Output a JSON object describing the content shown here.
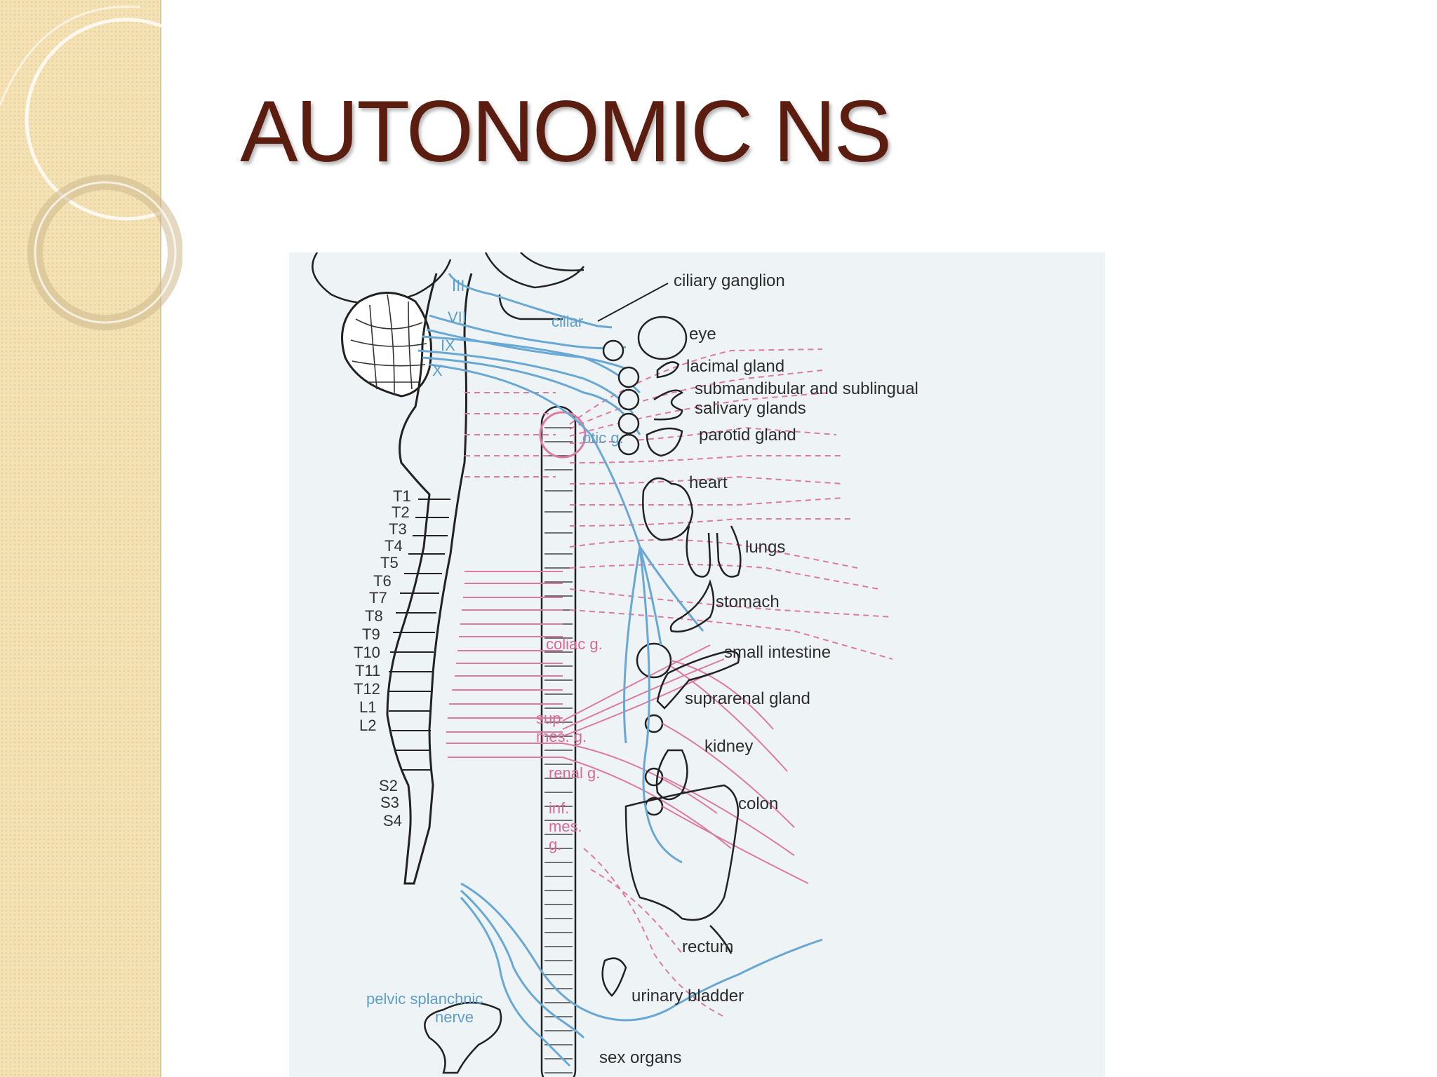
{
  "slide": {
    "title": "AUTONOMIC NS"
  },
  "colors": {
    "title": "#5a1d10",
    "sidebar": "#f4e2b4",
    "parasympathetic": "#6aa8d4",
    "sympathetic": "#dc7aa2"
  },
  "diagram": {
    "cranial_nerves": [
      "III",
      "VII",
      "IX",
      "X"
    ],
    "organs": [
      "ciliary ganglion",
      "eye",
      "lacimal gland",
      "submandibular and sublingual",
      "salivary glands",
      "parotid gland",
      "heart",
      "lungs",
      "stomach",
      "small intestine",
      "suprarenal gland",
      "kidney",
      "colon",
      "rectum",
      "urinary bladder",
      "sex organs"
    ],
    "parasympathetic_labels": [
      "ciliar",
      "otic g.",
      "pelvic splanchnic",
      "nerve"
    ],
    "sympathetic_ganglia": [
      "coliac g.",
      "sup.",
      "mes. g.",
      "renal g.",
      "inf.",
      "mes.",
      "g."
    ],
    "segments": [
      "T1",
      "T2",
      "T3",
      "T4",
      "T5",
      "T6",
      "T7",
      "T8",
      "T9",
      "T10",
      "T11",
      "T12",
      "L1",
      "L2",
      "S2",
      "S3",
      "S4"
    ]
  }
}
